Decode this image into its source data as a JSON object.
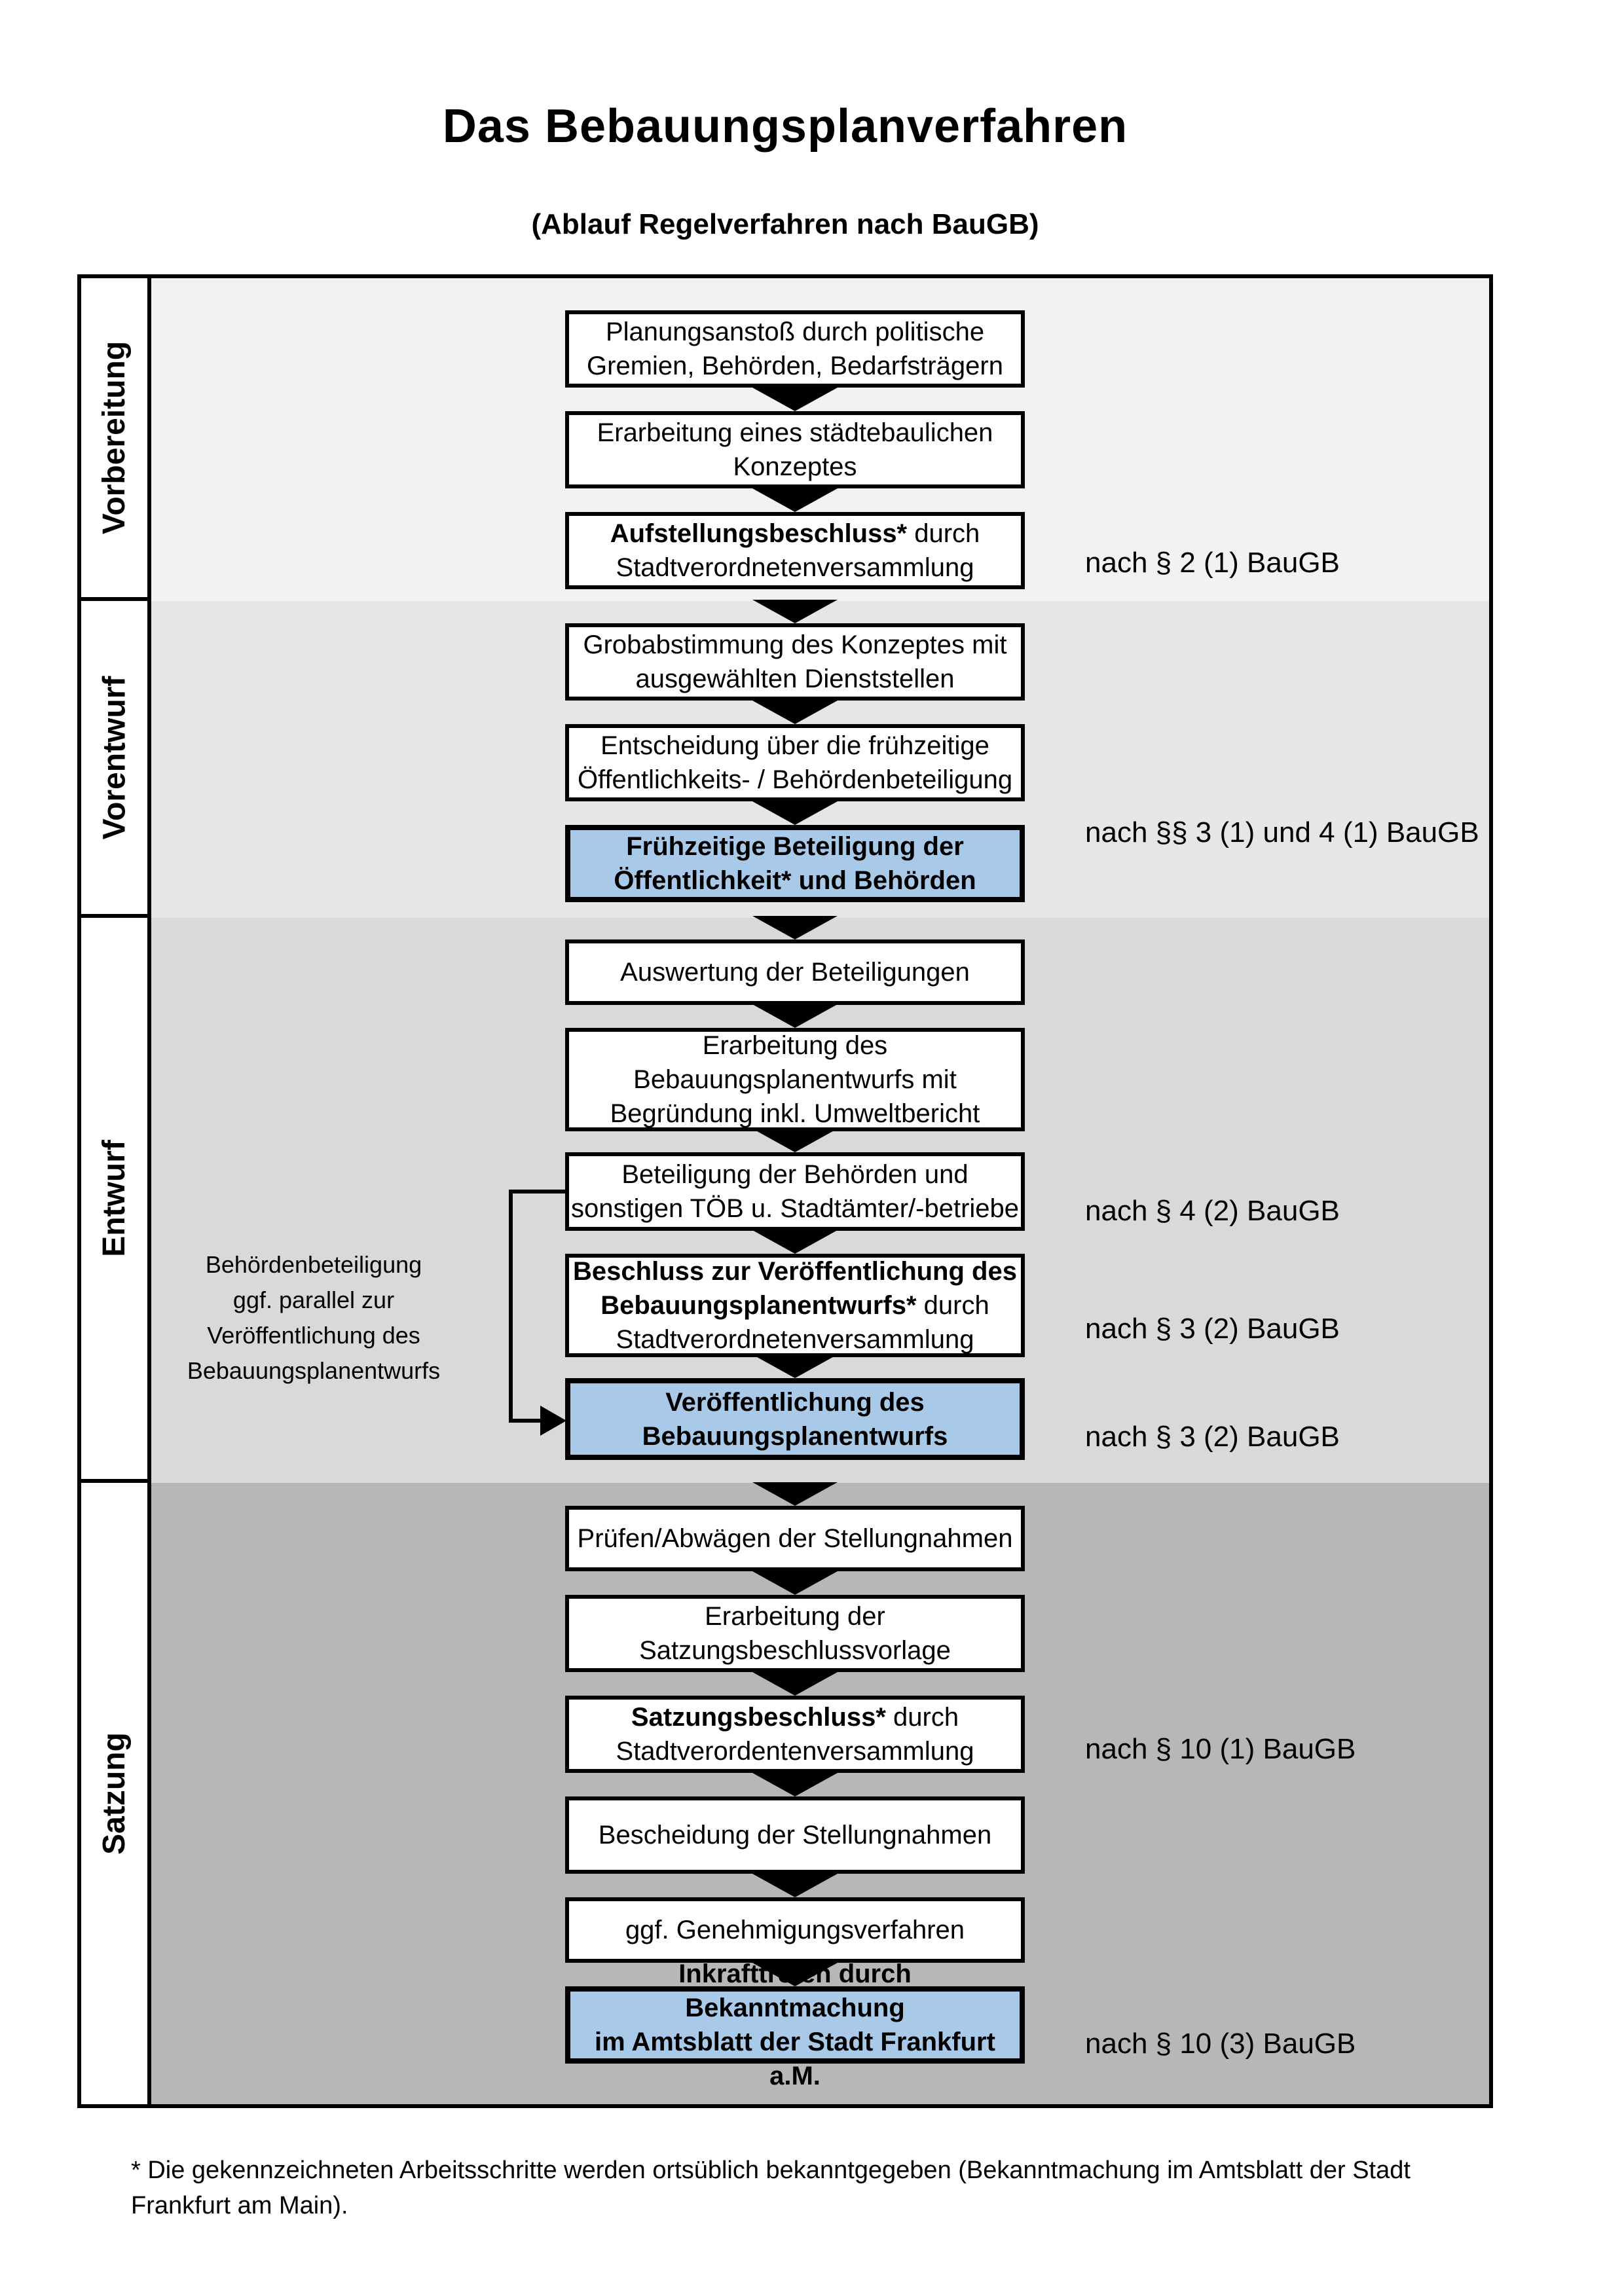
{
  "page": {
    "title": "Das Bebauungsplanverfahren",
    "subtitle": "(Ablauf Regelverfahren nach BauGB)"
  },
  "phases": [
    {
      "label": "Vorbereitung"
    },
    {
      "label": "Vorentwurf"
    },
    {
      "label": "Entwurf"
    },
    {
      "label": "Satzung"
    }
  ],
  "steps": {
    "b1": {
      "text": "Planungsanstoß durch politische\nGremien, Behörden, Bedarfsträgern"
    },
    "b2": {
      "text": "Erarbeitung eines städtebaulichen\nKonzeptes"
    },
    "b3": {
      "bold": "Aufstellungsbeschluss*",
      "rest": " durch\nStadtverordnetenversammlung"
    },
    "b4": {
      "text": "Grobabstimmung des Konzeptes mit\nausgewählten Dienststellen"
    },
    "b5": {
      "text": "Entscheidung über die frühzeitige\nÖffentlichkeits- / Behördenbeteiligung"
    },
    "b6": {
      "text": "Frühzeitige Beteiligung der\nÖffentlichkeit* und Behörden"
    },
    "b7": {
      "text": "Auswertung der Beteiligungen"
    },
    "b8": {
      "text": "Erarbeitung des\nBebauungsplanentwurfs mit\nBegründung inkl. Umweltbericht"
    },
    "b9": {
      "text": "Beteiligung der Behörden und\nsonstigen TÖB u. Stadtämter/-betriebe"
    },
    "b10": {
      "bold": "Beschluss zur Veröffentlichung des\nBebauungsplanentwurfs*",
      "rest": " durch\nStadtverordnetenversammlung"
    },
    "b11": {
      "text": "Veröffentlichung des\nBebauungsplanentwurfs"
    },
    "b12": {
      "text": "Prüfen/Abwägen der Stellungnahmen"
    },
    "b13": {
      "text": "Erarbeitung der\nSatzungsbeschlussvorlage"
    },
    "b14": {
      "bold": "Satzungsbeschluss*",
      "rest": " durch\nStadtverordentenversammlung"
    },
    "b15": {
      "text": "Bescheidung der Stellungnahmen"
    },
    "b16": {
      "text": "ggf. Genehmigungsverfahren"
    },
    "b17": {
      "bold": "Inkrafttreten",
      "rest": " durch Bekanntmachung\nim Amtsblatt der Stadt Frankfurt a.M."
    }
  },
  "refs": {
    "r1": "nach § 2 (1) BauGB",
    "r2": "nach §§ 3 (1) und 4 (1) BauGB",
    "r3": "nach § 4 (2) BauGB",
    "r4": "nach § 3 (2) BauGB",
    "r5": "nach § 3 (2) BauGB",
    "r6": "nach § 10 (1) BauGB",
    "r7": "nach § 10 (3) BauGB"
  },
  "side_note": {
    "text": "Behördenbeteiligung\nggf. parallel zur\nVeröffentlichung des\nBebauungsplanentwurfs"
  },
  "footnote": {
    "text": "* Die gekennzeichneten Arbeitsschritte werden ortsüblich bekanntgegeben (Bekanntmachung im Amtsblatt der Stadt\nFrankfurt am Main)."
  },
  "colors": {
    "highlight": "#a9c9e9",
    "phase1_bg": "#f2f2f2",
    "phase2_bg": "#e6e6e6",
    "phase3_bg": "#d9d9d9",
    "phase4_bg": "#b7b7b7",
    "border": "#000000"
  }
}
